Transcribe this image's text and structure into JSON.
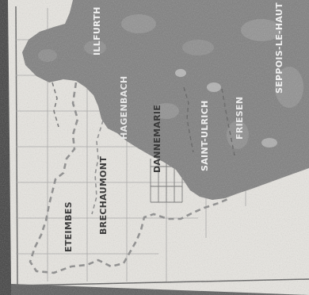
{
  "map": {
    "place_labels": {
      "illfurth": "ILLFURTH",
      "hagenbach": "HAGENBACH",
      "dannemarie": "DANNEMARIE",
      "saint_ulrich": "SAINT-ULRICH",
      "friesen": "FRIESEN",
      "seppois": "SEPPOIS-LE-HAUT",
      "etembes": "ETEIMBES",
      "brechaumont": "BRECHAUMONT"
    },
    "colors": {
      "paper": "#e9e7e2",
      "shaded_region": "#7d7d7d",
      "boundary_dashed": "#8a8a8a",
      "grid": "#a4a4a4",
      "border": "#6b6b6b"
    }
  }
}
